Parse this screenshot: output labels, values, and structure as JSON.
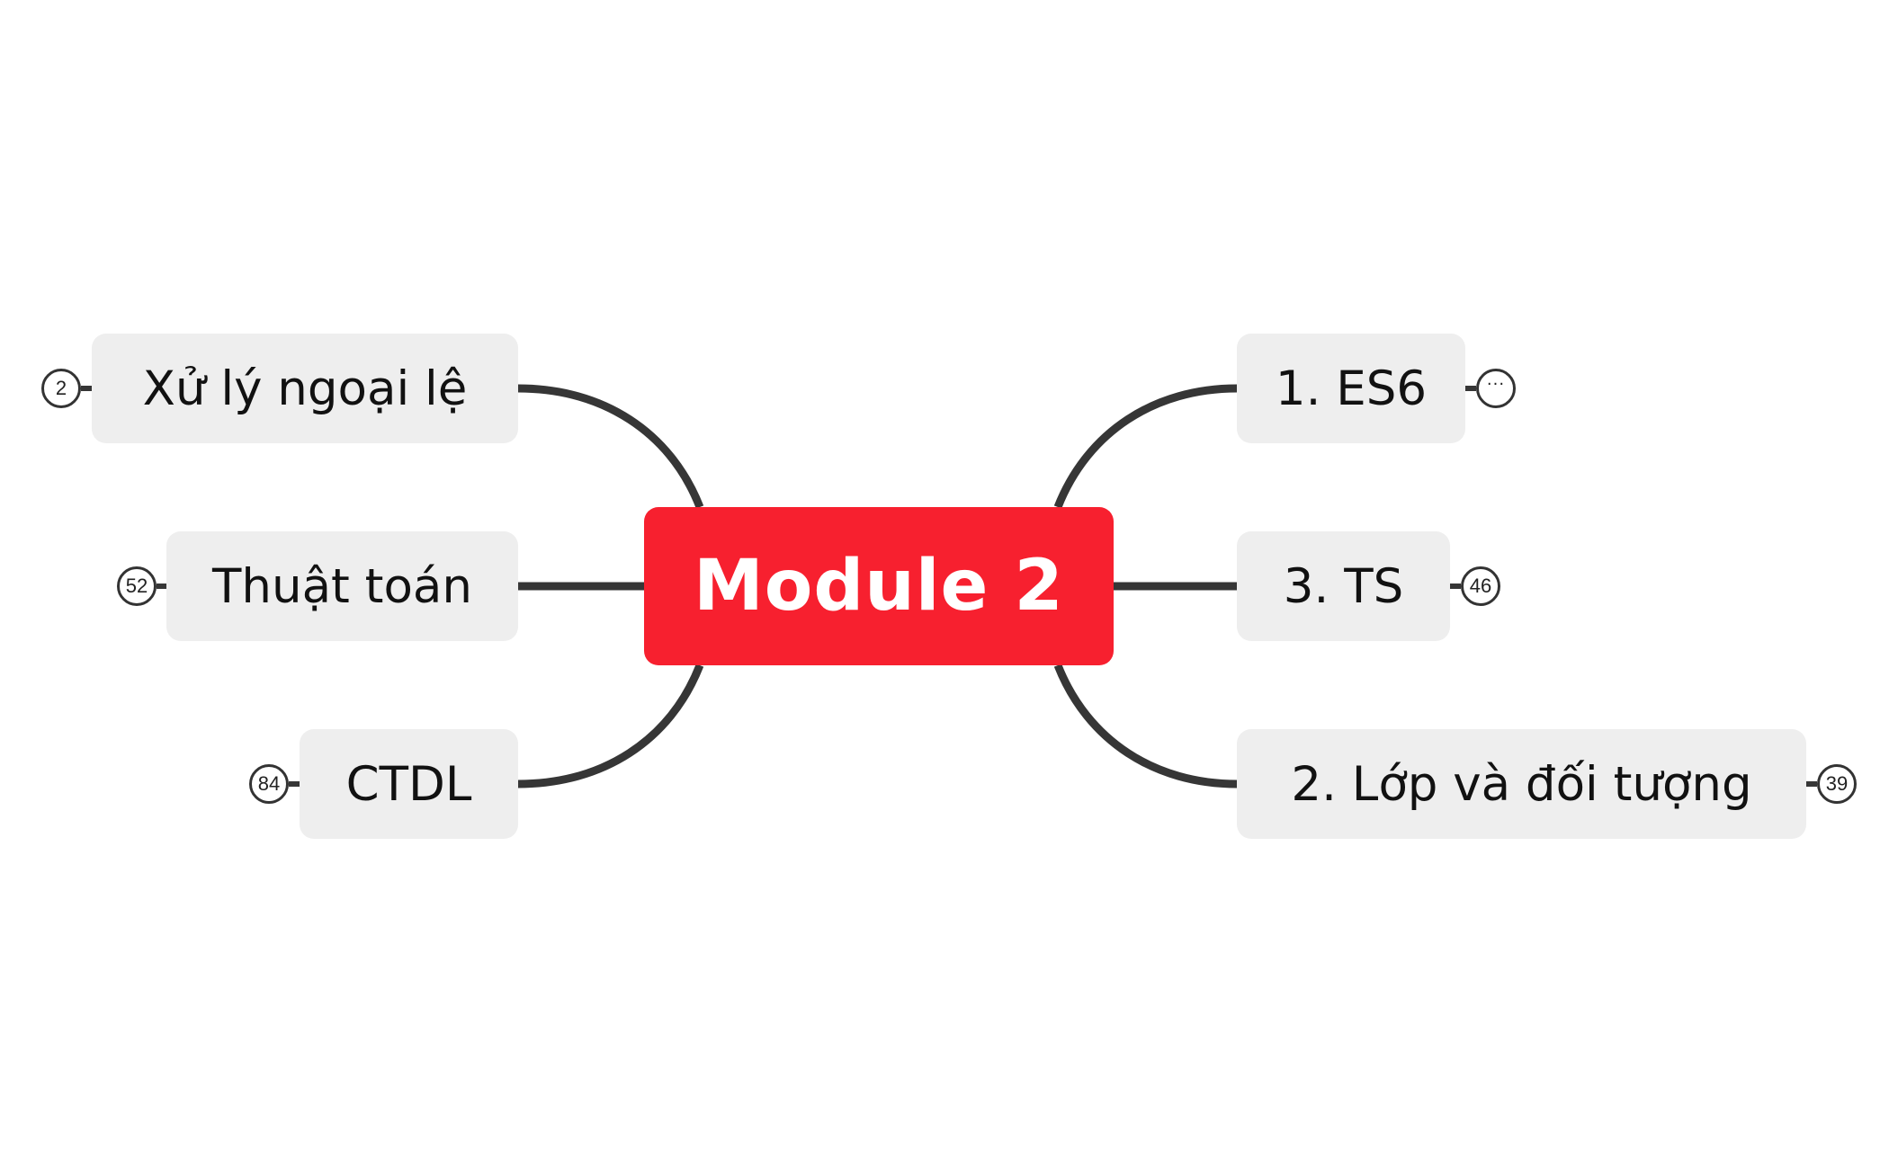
{
  "central": {
    "label": "Module 2",
    "color": "#f7202f"
  },
  "left_topics": [
    {
      "label": "Xử lý ngoại lệ",
      "count": "2"
    },
    {
      "label": "Thuật toán",
      "count": "52"
    },
    {
      "label": "CTDL",
      "count": "84"
    }
  ],
  "right_topics": [
    {
      "label": "1. ES6",
      "count": "",
      "collapsed_indicator": "more-dots-icon"
    },
    {
      "label": "3. TS",
      "count": "46"
    },
    {
      "label": "2. Lớp và đối tượng",
      "count": "39"
    }
  ],
  "colors": {
    "topic_background": "#eeeeee",
    "connector": "#363636",
    "background": "#ffffff"
  }
}
